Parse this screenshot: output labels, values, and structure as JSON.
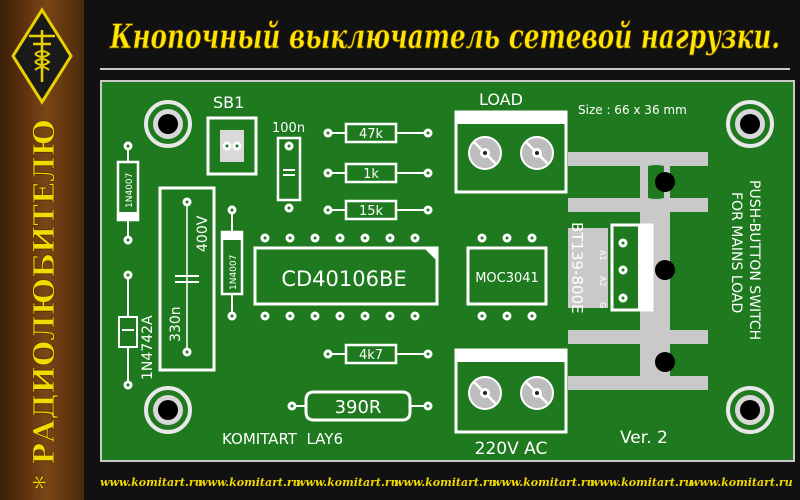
{
  "site": {
    "title": "Кнопочный выключатель сетевой нагрузки.",
    "vertical_title": "* РАДИОЛЮБИТЕЛЮ *"
  },
  "pcb": {
    "size_label": "Size : 66 x 36 mm",
    "connectors": {
      "sb1": "SB1",
      "load": "LOAD",
      "mains": "220V AC"
    },
    "components": {
      "c_100n": "100n",
      "r_47k": "47k",
      "r_1k": "1k",
      "r_15k": "15k",
      "r_4k7": "4k7",
      "r_390r": "390R",
      "ic1": "CD40106BE",
      "ic2": "MOC3041",
      "d1": "1N4007",
      "d2": "1N4007",
      "zener": "1N4742A",
      "c_330n": "330n",
      "c_volt": "400V",
      "triac": "BT139-800E",
      "triac_pins": [
        "A1",
        "A2",
        "G"
      ]
    },
    "author": "KOMITART  LAY6",
    "version": "Ver. 2",
    "description": [
      "PUSH-BUTTON SWITCH",
      "FOR MAINS LOAD"
    ]
  },
  "footer": {
    "urls": [
      "www.komitart.ru",
      "www.komitart.ru",
      "www.komitart.ru",
      "www.komitart.ru",
      "www.komitart.ru",
      "www.komitart.ru",
      "www.komitart.ru"
    ]
  },
  "colors": {
    "board": "#1f7a1f",
    "silk": "#ffffff",
    "copper": "#c9c9c9",
    "title": "#ffe000"
  }
}
